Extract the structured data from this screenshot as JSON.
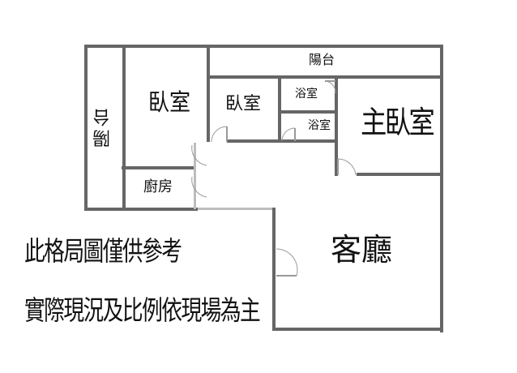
{
  "floorplan": {
    "rooms": {
      "balcony_left": "陽台",
      "bedroom_1": "臥室",
      "bedroom_2": "臥室",
      "balcony_top": "陽台",
      "bathroom_1": "浴室",
      "bathroom_2": "浴室",
      "master_bedroom": "主臥室",
      "kitchen": "廚房",
      "living_room": "客廳"
    },
    "wall_color": "#666666",
    "background": "#ffffff"
  },
  "disclaimer": {
    "line1": "此格局圖僅供參考",
    "line2": "實際現況及比例依現場為主"
  }
}
